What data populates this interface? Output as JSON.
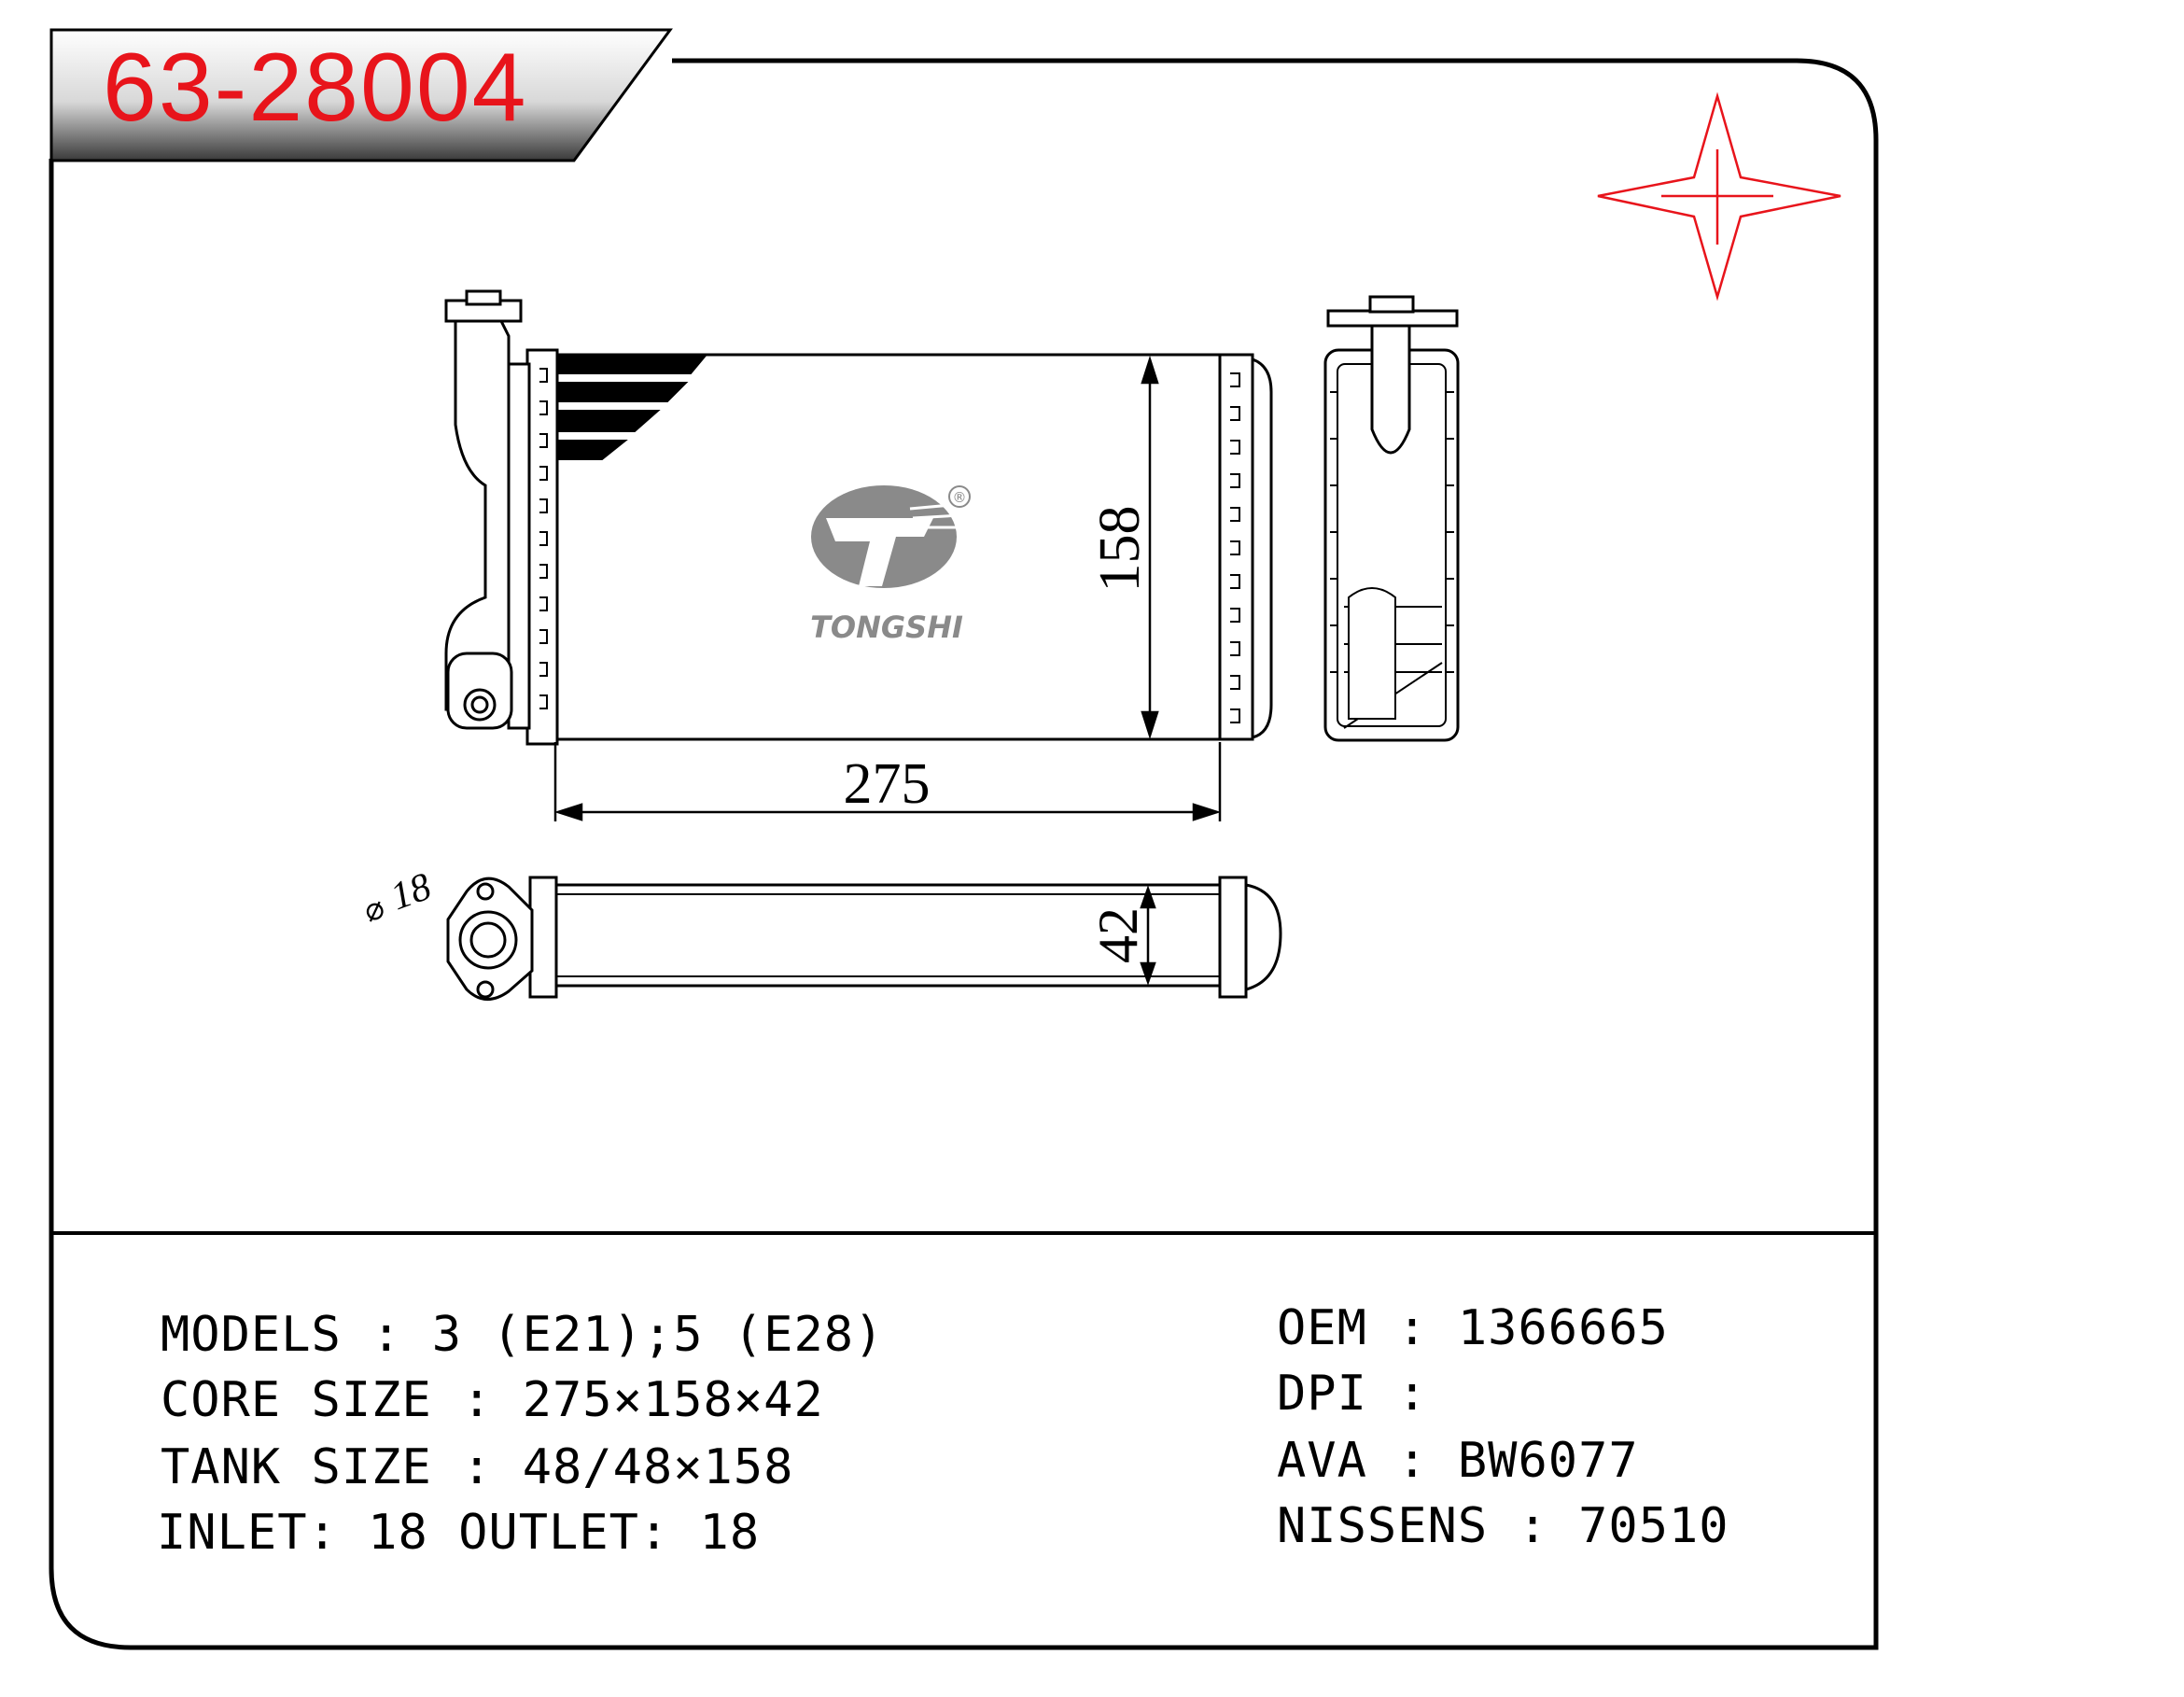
{
  "header": {
    "part_number": "63-28004"
  },
  "drawing": {
    "dim_width": "275",
    "dim_height": "158",
    "dim_depth": "42",
    "dim_pipe": "18",
    "dim_pipe_symbol": "⌀",
    "logo_text": "TONGSHI",
    "registered_mark": "®"
  },
  "specs_left": [
    {
      "label": "MODELS",
      "sep": " : ",
      "value": "3 (E21);5 (E28)"
    },
    {
      "label": "CORE SIZE",
      "sep": " : ",
      "value": "275×158×42"
    },
    {
      "label": "TANK SIZE",
      "sep": " : ",
      "value": "48/48×158"
    },
    {
      "label": "INLET",
      "sep": ": ",
      "value": "18 OUTLET: 18"
    }
  ],
  "specs_right": [
    {
      "label": "OEM",
      "sep": " : ",
      "value": "1366665"
    },
    {
      "label": "DPI",
      "sep": " : ",
      "value": ""
    },
    {
      "label": "AVA",
      "sep": " : ",
      "value": "BW6077"
    },
    {
      "label": "NISSENS",
      "sep": " : ",
      "value": "70510"
    }
  ],
  "colors": {
    "accent_red": "#e8141b",
    "line": "#000000",
    "logo_gray": "#8a8a8a"
  }
}
